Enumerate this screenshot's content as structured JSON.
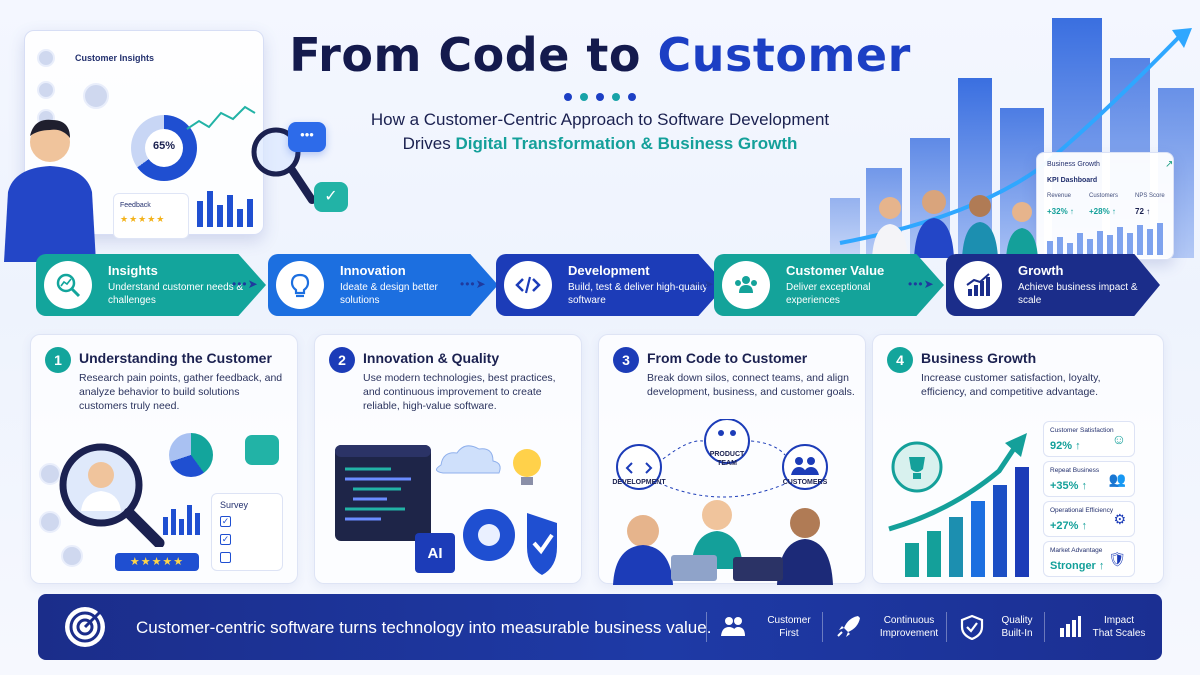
{
  "header": {
    "title_main": "From Code to ",
    "title_accent": "Customer",
    "subtitle_line1": "How a Customer-Centric Approach to Software Development",
    "subtitle_line2_prefix": "Drives ",
    "subtitle_line2_highlight": "Digital Transformation & Business Growth"
  },
  "left_illustration": {
    "panel_title": "Customer Insights",
    "donut_value": "65%",
    "feedback_label": "Feedback",
    "feedback_stars": "★★★★★"
  },
  "kpi_dashboard": {
    "title": "Business Growth",
    "subtitle": "KPI Dashboard",
    "columns": [
      {
        "label": "Revenue",
        "value": "+32% ↑"
      },
      {
        "label": "Customers",
        "value": "+28% ↑"
      },
      {
        "label": "NPS Score",
        "value": "72 ↑"
      }
    ]
  },
  "process_steps": [
    {
      "title": "Insights",
      "desc": "Understand customer needs & challenges",
      "icon": "magnifier-chart-icon",
      "color": "#13a59c"
    },
    {
      "title": "Innovation",
      "desc": "Ideate & design better solutions",
      "icon": "lightbulb-icon",
      "color": "#1c6fe0"
    },
    {
      "title": "Development",
      "desc": "Build, test & deliver high-quality software",
      "icon": "code-icon",
      "color": "#1c3cb8"
    },
    {
      "title": "Customer Value",
      "desc": "Deliver exceptional experiences",
      "icon": "people-icon",
      "color": "#14a39a"
    },
    {
      "title": "Growth",
      "desc": "Achieve business impact & scale",
      "icon": "growth-chart-icon",
      "color": "#1b2d8a"
    }
  ],
  "cards": [
    {
      "number": "1",
      "title": "Understanding the Customer",
      "desc": "Research pain points, gather feedback, and analyze behavior to build solutions customers truly need.",
      "color": "#13a59c"
    },
    {
      "number": "2",
      "title": "Innovation & Quality",
      "desc": "Use modern technologies, best practices, and continuous improvement to create reliable, high-value software.",
      "color": "#1c3cb8"
    },
    {
      "number": "3",
      "title": "From Code to Customer",
      "desc": "Break down silos, connect teams, and align development, business, and customer goals.",
      "color": "#1c3cb8"
    },
    {
      "number": "4",
      "title": "Business Growth",
      "desc": "Increase customer satisfaction, loyalty, efficiency, and competitive advantage.",
      "color": "#13a59c"
    }
  ],
  "card1_extras": {
    "survey_label": "Survey",
    "rating_stars": "★★★★★"
  },
  "card2_extras": {
    "ai_label": "AI"
  },
  "card3_extras": {
    "node_development": "DEVELOPMENT",
    "node_product_team_1": "PRODUCT",
    "node_product_team_2": "TEAM",
    "node_customers": "CUSTOMERS"
  },
  "card4_metrics": [
    {
      "label": "Customer Satisfaction",
      "value": "92% ↑",
      "icon": "☺"
    },
    {
      "label": "Repeat Business",
      "value": "+35% ↑",
      "icon": "👥"
    },
    {
      "label": "Operational Efficiency",
      "value": "+27% ↑",
      "icon": "⚙"
    },
    {
      "label": "Market Advantage",
      "value": "Stronger ↑",
      "icon": "🛡"
    }
  ],
  "banner": {
    "message": "Customer-centric software turns technology into measurable business value.",
    "pills": [
      {
        "line1": "Customer",
        "line2": "First",
        "icon": "people-icon"
      },
      {
        "line1": "Continuous",
        "line2": "Improvement",
        "icon": "rocket-icon"
      },
      {
        "line1": "Quality",
        "line2": "Built-In",
        "icon": "shield-check-icon"
      },
      {
        "line1": "Impact",
        "line2": "That Scales",
        "icon": "bar-chart-icon"
      }
    ]
  },
  "colors": {
    "navy": "#1b2d8a",
    "blue": "#1c3fc4",
    "teal": "#14a09a"
  }
}
